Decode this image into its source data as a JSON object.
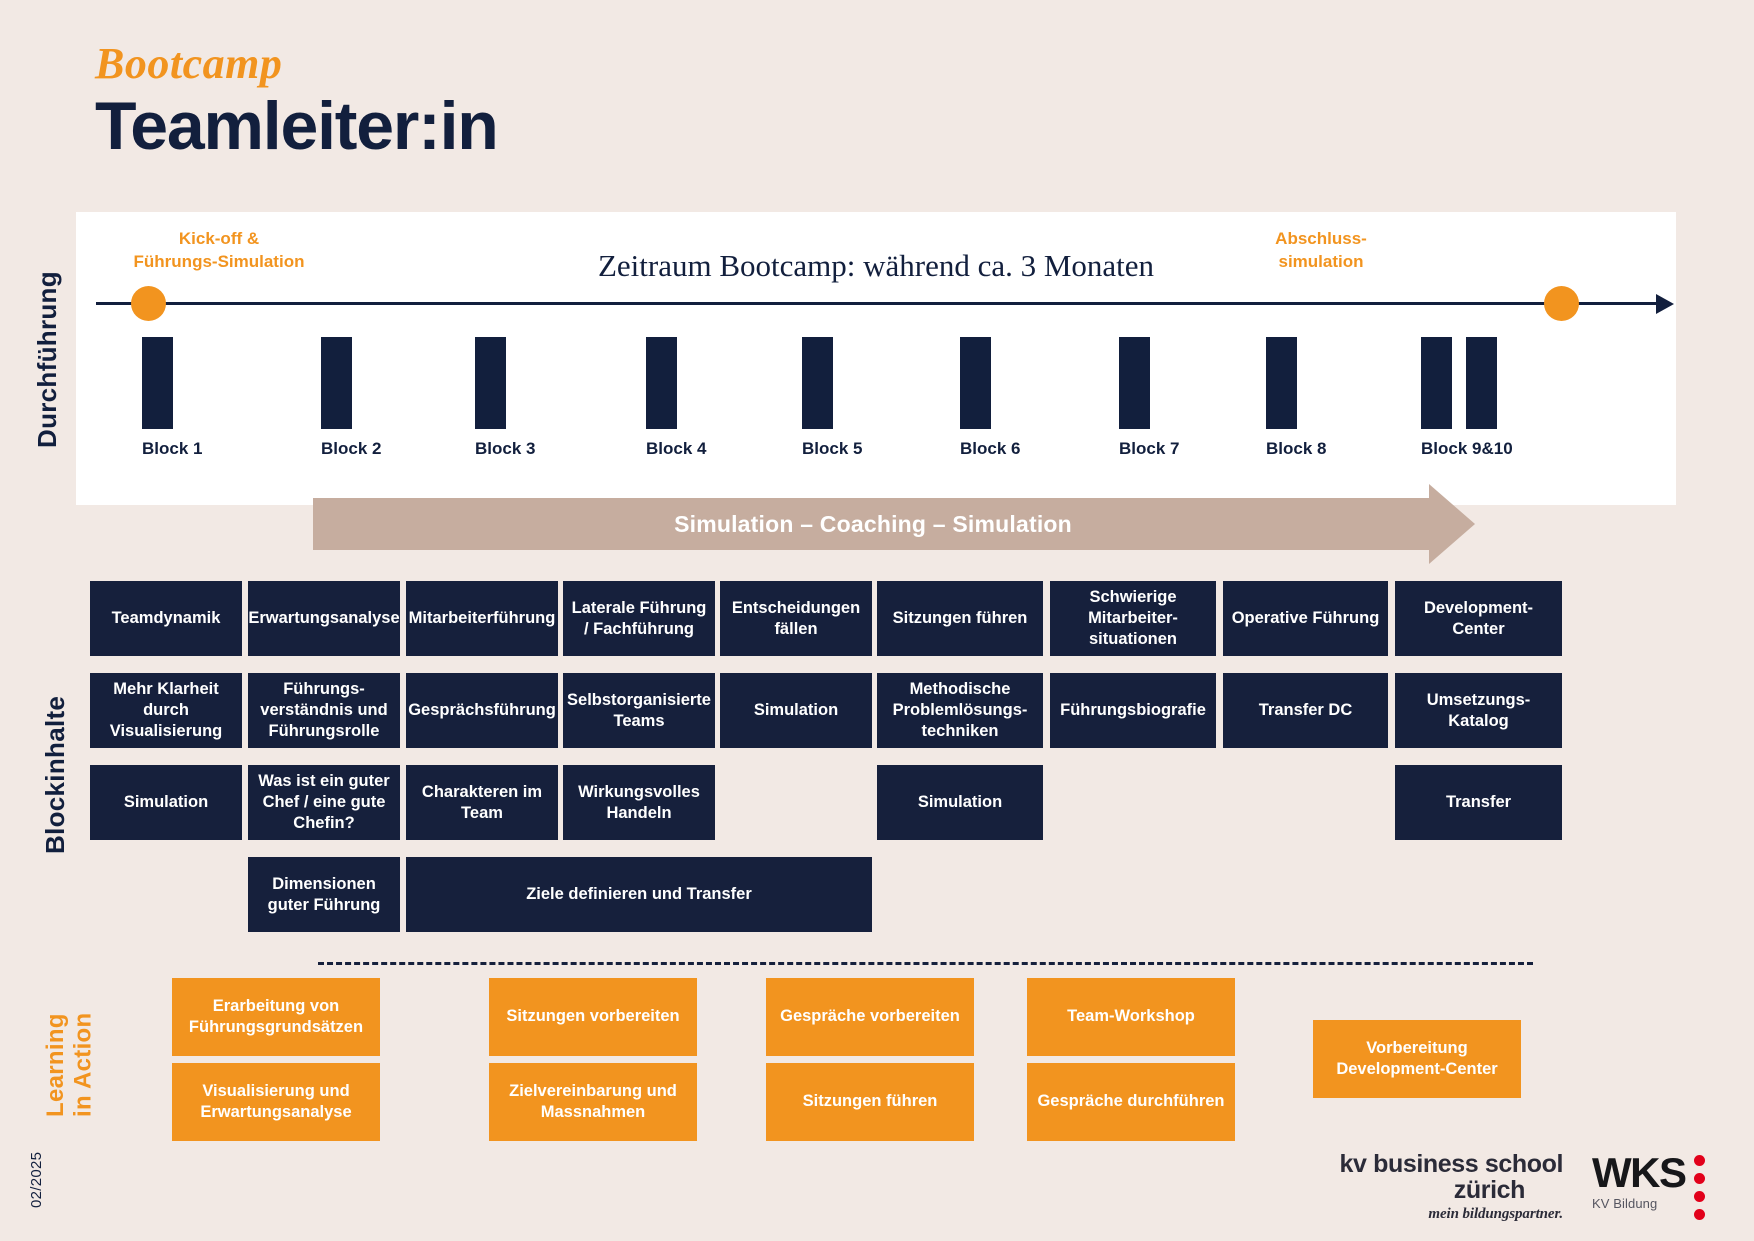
{
  "header": {
    "kicker": "Bootcamp",
    "title": "Teamleiter:in"
  },
  "side_labels": {
    "durchfuehrung": "Durchführung",
    "blockinhalte": "Blockinhalte",
    "learning_in_action": "Learning\nin Action",
    "date": "02/2025"
  },
  "timeline": {
    "kickoff_label": "Kick-off &\nFührungs-Simulation",
    "abschluss_label": "Abschluss-\nsimulation",
    "period_title": "Zeitraum Bootcamp: während ca. 3 Monaten",
    "blocks": [
      {
        "label": "Block 1",
        "bars": 1
      },
      {
        "label": "Block 2",
        "bars": 1
      },
      {
        "label": "Block 3",
        "bars": 1
      },
      {
        "label": "Block 4",
        "bars": 1
      },
      {
        "label": "Block 5",
        "bars": 1
      },
      {
        "label": "Block 6",
        "bars": 1
      },
      {
        "label": "Block 7",
        "bars": 1
      },
      {
        "label": "Block 8",
        "bars": 1
      },
      {
        "label": "Block 9&10",
        "bars": 2
      }
    ],
    "simulation_arrow": "Simulation – Coaching – Simulation"
  },
  "block_contents": {
    "row1": [
      "Teamdynamik",
      "Erwartungsanalyse",
      "Mitarbeiterführung",
      "Laterale Führung / Fachführung",
      "Entscheidungen fällen",
      "Sitzungen führen",
      "Schwierige Mitarbeiter-situationen",
      "Operative Führung",
      "Development-Center"
    ],
    "row2": [
      "Mehr Klarheit durch Visualisierung",
      "Führungs-verständnis und Führungsrolle",
      "Gesprächsführung",
      "Selbstorganisierte Teams",
      "Simulation",
      "Methodische Problemlösungs-techniken",
      "Führungsbiografie",
      "Transfer DC",
      "Umsetzungs-Katalog"
    ],
    "row3": [
      "Simulation",
      "Was ist ein guter Chef / eine gute Chefin?",
      "Charakteren im Team",
      "Wirkungsvolles Handeln",
      "",
      "Simulation",
      "",
      "",
      "Transfer"
    ],
    "row4": [
      "Dimensionen guter Führung",
      "Ziele definieren und Transfer"
    ]
  },
  "learning_in_action": [
    "Erarbeitung von Führungsgrundsätzen",
    "Visualisierung und Erwartungsanalyse",
    "Sitzungen vorbereiten",
    "Zielvereinbarung und Massnahmen",
    "Gespräche vorbereiten",
    "Sitzungen führen",
    "Team-Workshop",
    "Gespräche durchführen",
    "Vorbereitung Development-Center"
  ],
  "footer": {
    "kv_line1": "kv business school",
    "kv_line2": "zürich",
    "kv_tagline": "mein bildungspartner.",
    "wks_main": "WKS",
    "wks_sub": "KV Bildung"
  },
  "colors": {
    "background": "#f2e9e4",
    "navy": "#16203c",
    "orange": "#f2941f",
    "taupe": "#c6ad9f",
    "white": "#ffffff",
    "red": "#e2001a"
  }
}
